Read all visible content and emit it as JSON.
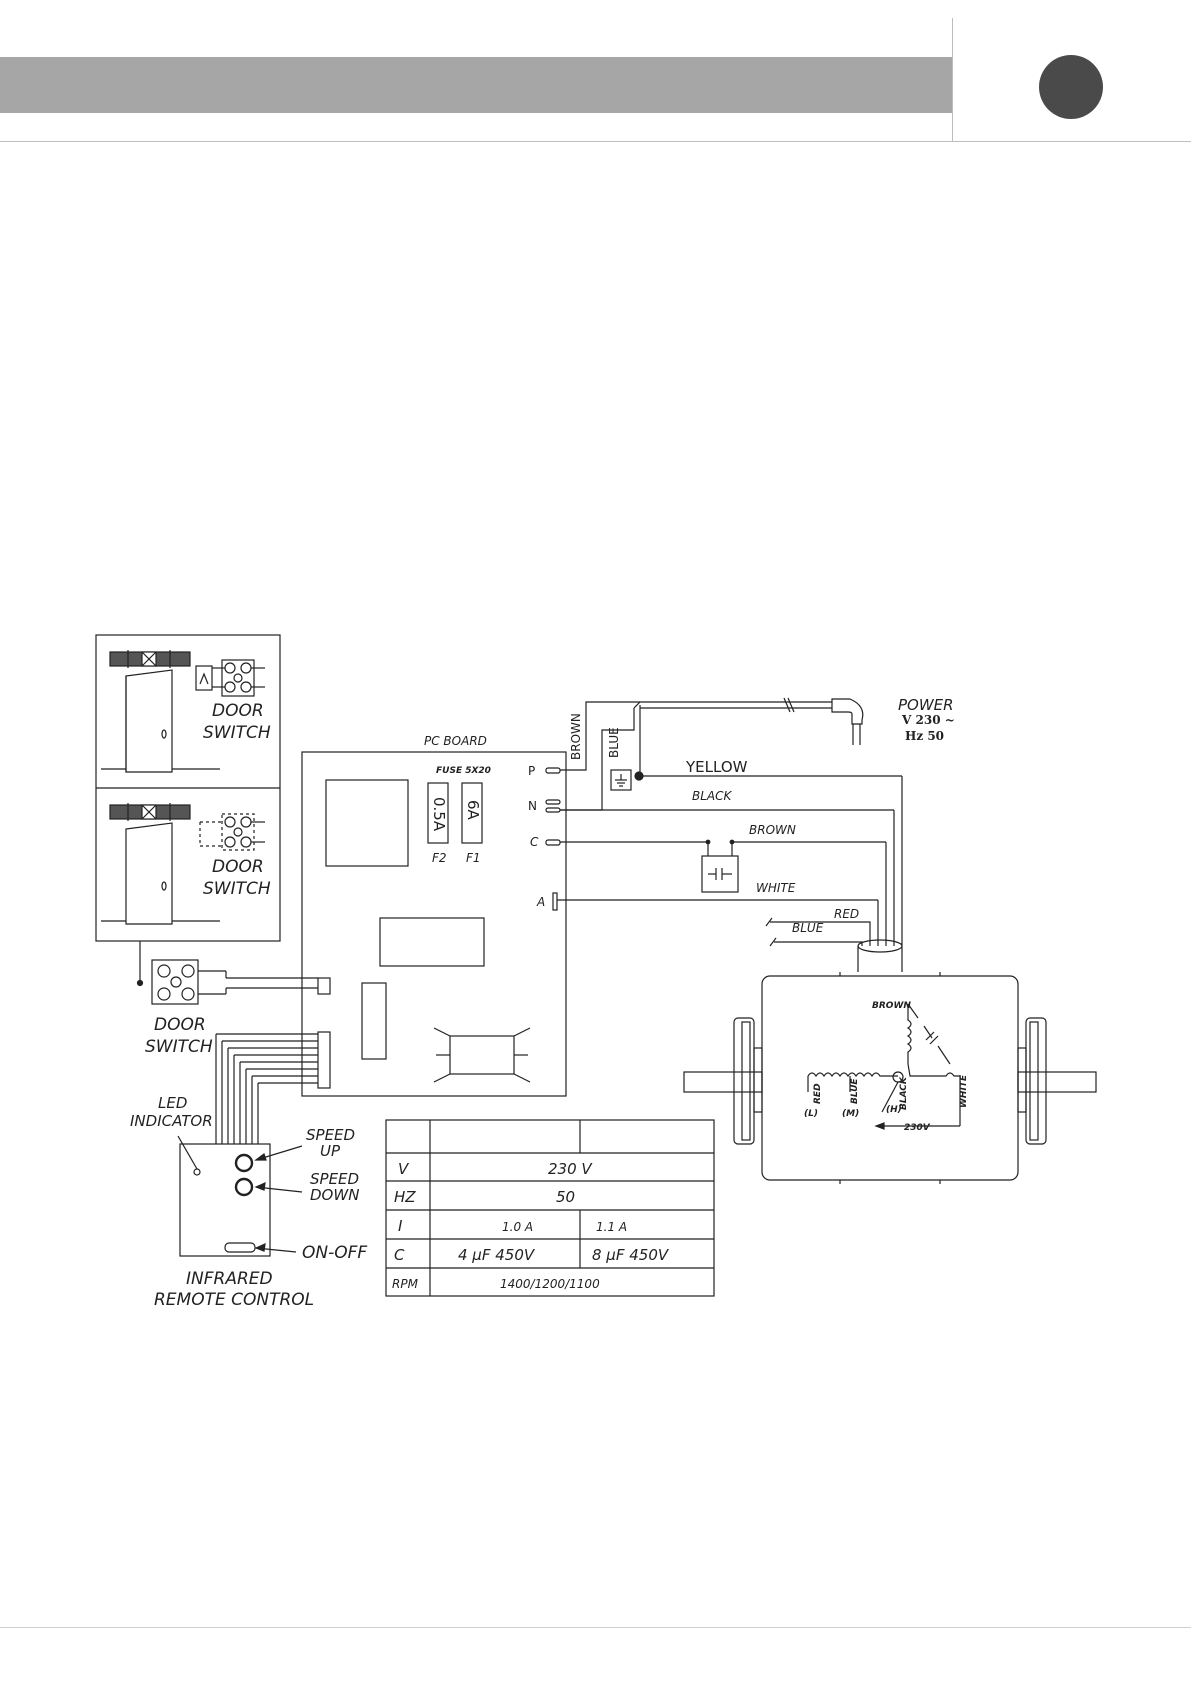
{
  "header": {
    "band_color": "#a6a6a6",
    "circle_color": "#4a4a4a"
  },
  "diagram": {
    "door_switch_top": {
      "line1": "DOOR",
      "line2": "SWITCH"
    },
    "door_switch_mid": {
      "line1": "DOOR",
      "line2": "SWITCH"
    },
    "door_switch_bottom": {
      "line1": "DOOR",
      "line2": "SWITCH"
    },
    "pc_board": "PC BOARD",
    "fuse_label": "FUSE 5X20",
    "fuse_f2_value": "0.5A",
    "fuse_f1_value": "6A",
    "fuse_f2_name": "F2",
    "fuse_f1_name": "F1",
    "terminals": {
      "p": "P",
      "n": "N",
      "c": "C",
      "a": "A"
    },
    "power": {
      "label": "POWER",
      "voltage": "V 230 ~",
      "frequency": "Hz 50"
    },
    "wires": {
      "brown_vertical": "BROWN",
      "blue_vertical": "BLUE",
      "yellow": "YELLOW",
      "black": "BLACK",
      "brown": "BROWN",
      "white": "WHITE",
      "red": "RED",
      "blue": "BLUE"
    },
    "motor": {
      "brown": "BROWN",
      "red": "RED",
      "blue": "BLUE",
      "black": "BLACK",
      "white": "WHITE",
      "l": "(L)",
      "m": "(M)",
      "h": "(H)",
      "voltage": "230V"
    },
    "led_indicator": {
      "line1": "LED",
      "line2": "INDICATOR"
    },
    "speed_up": {
      "line1": "SPEED",
      "line2": "UP"
    },
    "speed_down": {
      "line1": "SPEED",
      "line2": "DOWN"
    },
    "on_off": "ON-OFF",
    "remote": {
      "line1": "INFRARED",
      "line2": "REMOTE CONTROL"
    }
  },
  "spec_table": {
    "rows": [
      {
        "label": "V",
        "value": "230 V"
      },
      {
        "label": "HZ",
        "value": "50"
      },
      {
        "label": "I",
        "value_a": "1.0 A",
        "value_b": "1.1 A"
      },
      {
        "label": "C",
        "value_a": "4 μF 450V",
        "value_b": "8 μF 450V"
      },
      {
        "label": "RPM",
        "value": "1400/1200/1100"
      }
    ]
  }
}
